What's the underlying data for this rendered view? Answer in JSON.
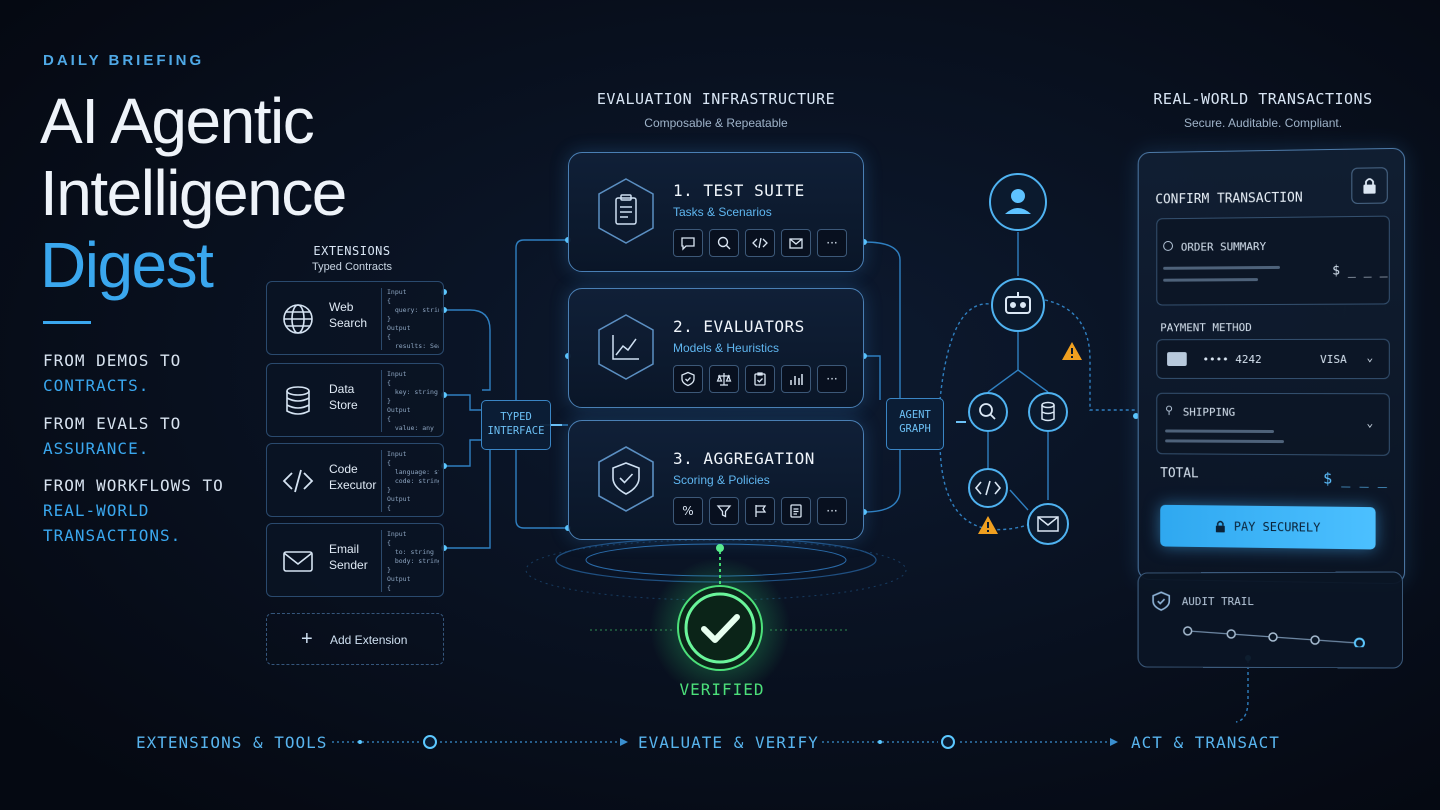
{
  "brand": {
    "kicker": "DAILY BRIEFING",
    "title_line1": "AI Agentic",
    "title_line2": "Intelligence",
    "title_line3": "Digest"
  },
  "taglines": [
    {
      "prefix": "FROM DEMOS TO",
      "highlight": "CONTRACTS."
    },
    {
      "prefix": "FROM EVALS TO",
      "highlight": "ASSURANCE."
    },
    {
      "prefix": "FROM WORKFLOWS TO",
      "highlight": "REAL-WORLD TRANSACTIONS."
    }
  ],
  "extensions": {
    "title": "EXTENSIONS",
    "subtitle": "Typed Contracts",
    "items": [
      {
        "name": "Web Search",
        "icon": "globe-icon",
        "code": "Input\n{\n  query: string\n}\nOutput\n{\n  results: Search[]\n}"
      },
      {
        "name": "Data Store",
        "icon": "database-icon",
        "code": "Input\n{\n  key: string\n}\nOutput\n{\n  value: any\n}"
      },
      {
        "name": "Code Executor",
        "icon": "code-icon",
        "code": "Input\n{\n  language: string\n  code: string\n}\nOutput\n{\n  result: any\n}"
      },
      {
        "name": "Email Sender",
        "icon": "mail-icon",
        "code": "Input\n{\n  to: string\n  body: string\n}\nOutput\n{\n  status: string\n}"
      }
    ],
    "add_label": "Add Extension"
  },
  "typed_interface": {
    "line1": "TYPED",
    "line2": "INTERFACE"
  },
  "agent_graph": {
    "line1": "AGENT",
    "line2": "GRAPH"
  },
  "evaluation": {
    "title": "EVALUATION INFRASTRUCTURE",
    "subtitle": "Composable & Repeatable",
    "stages": [
      {
        "title": "1. TEST SUITE",
        "subtitle": "Tasks & Scenarios",
        "icon": "clipboard-icon",
        "buttons": [
          "chat-icon",
          "search-icon",
          "code-icon",
          "mail-icon",
          "more-icon"
        ]
      },
      {
        "title": "2. EVALUATORS",
        "subtitle": "Models & Heuristics",
        "icon": "chart-line-icon",
        "buttons": [
          "shield-icon",
          "scale-icon",
          "check-clipboard-icon",
          "bar-chart-icon",
          "more-icon"
        ]
      },
      {
        "title": "3. AGGREGATION",
        "subtitle": "Scoring & Policies",
        "icon": "shield-check-icon",
        "buttons": [
          "percent-icon",
          "filter-icon",
          "flag-icon",
          "document-icon",
          "more-icon"
        ]
      }
    ],
    "verified": "VERIFIED"
  },
  "transactions": {
    "title": "REAL-WORLD TRANSACTIONS",
    "subtitle": "Secure. Auditable. Compliant.",
    "panel_title": "CONFIRM TRANSACTION",
    "order_summary": "ORDER SUMMARY",
    "order_amount": "$ _ _ _",
    "payment_method": "PAYMENT METHOD",
    "card_number": "•••• 4242",
    "card_brand": "VISA",
    "shipping": "SHIPPING",
    "total_label": "TOTAL",
    "total_amount": "$ _ _ _",
    "pay_button": "PAY SECURELY",
    "audit_trail": "AUDIT TRAIL"
  },
  "flow": {
    "step1": "EXTENSIONS & TOOLS",
    "step2": "EVALUATE & VERIFY",
    "step3": "ACT & TRANSACT"
  },
  "colors": {
    "accent": "#3aa7ee",
    "verified": "#4ce07a",
    "warning": "#f0a020",
    "background": "#060b16"
  }
}
